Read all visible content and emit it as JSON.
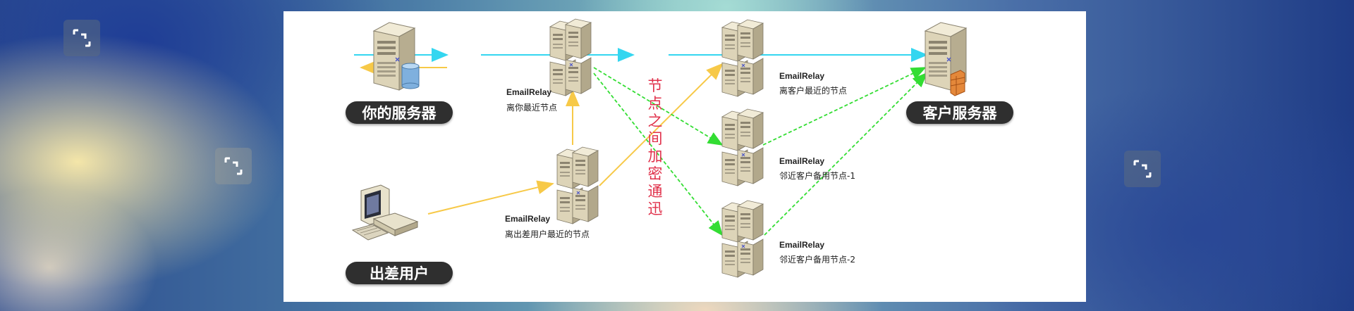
{
  "labels": {
    "your_server": "你的服务器",
    "customer_server": "客户服务器",
    "traveling_user": "出差用户",
    "encrypted_note": "节点之间加密通迅"
  },
  "relays": [
    {
      "name": "EmailRelay",
      "desc": "离你最近节点"
    },
    {
      "name": "EmailRelay",
      "desc": "离出差用户最近的节点"
    },
    {
      "name": "EmailRelay",
      "desc": "离客户最近的节点"
    },
    {
      "name": "EmailRelay",
      "desc": "邻近客户备用节点-1"
    },
    {
      "name": "EmailRelay",
      "desc": "邻近客户备用节点-2"
    }
  ],
  "colors": {
    "cyan_link": "#34d6f0",
    "yellow_link": "#f7c948",
    "green_link": "#33dd33",
    "note_red": "#e0304a",
    "pill_bg": "#2f2f2f"
  },
  "icons": {
    "side_buttons": "fullscreen-expand-icon"
  }
}
